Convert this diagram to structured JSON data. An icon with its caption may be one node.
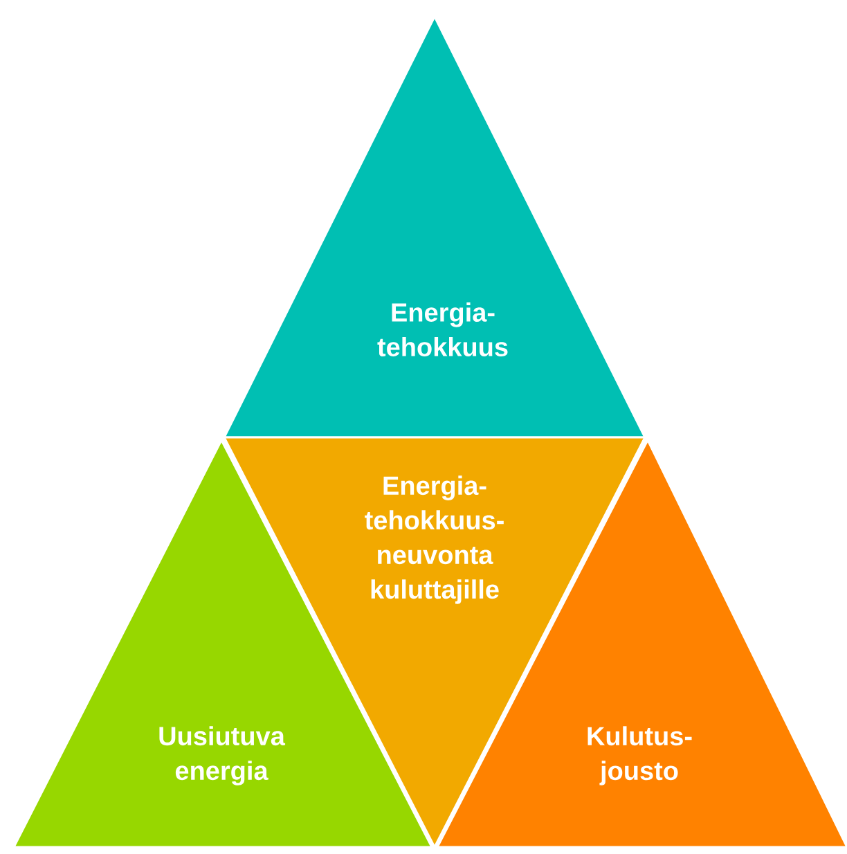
{
  "diagram": {
    "nodes": [
      {
        "text": [
          "Energia- tehokkuus"
        ]
      },
      {
        "text": [
          "Energia- tehokkuus- neuvonta kuluttajille"
        ]
      },
      {
        "text": [
          "Uusiutuva energia"
        ]
      },
      {
        "text": [
          "Kulutus- jousto"
        ]
      }
    ]
  }
}
